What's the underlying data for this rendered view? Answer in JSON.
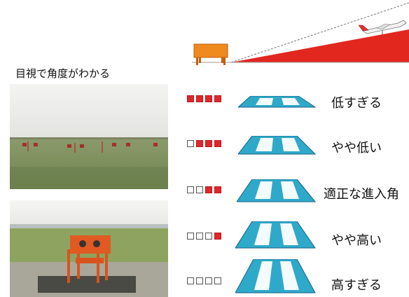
{
  "caption": "目視で角度がわかる",
  "rows": [
    {
      "label": "低すぎる",
      "lights": [
        "red",
        "red",
        "red",
        "red"
      ]
    },
    {
      "label": "やや低い",
      "lights": [
        "white",
        "red",
        "red",
        "red"
      ]
    },
    {
      "label": "適正な進入角",
      "lights": [
        "white",
        "white",
        "red",
        "red"
      ]
    },
    {
      "label": "やや高い",
      "lights": [
        "white",
        "white",
        "white",
        "red"
      ]
    },
    {
      "label": "高すぎる",
      "lights": [
        "white",
        "white",
        "white",
        "white"
      ]
    }
  ],
  "colors": {
    "red_light": "#e0262a",
    "runway_blue": "#2fa9c9",
    "unit_orange": "#ee8a1e",
    "glide_red": "#e2271f"
  }
}
